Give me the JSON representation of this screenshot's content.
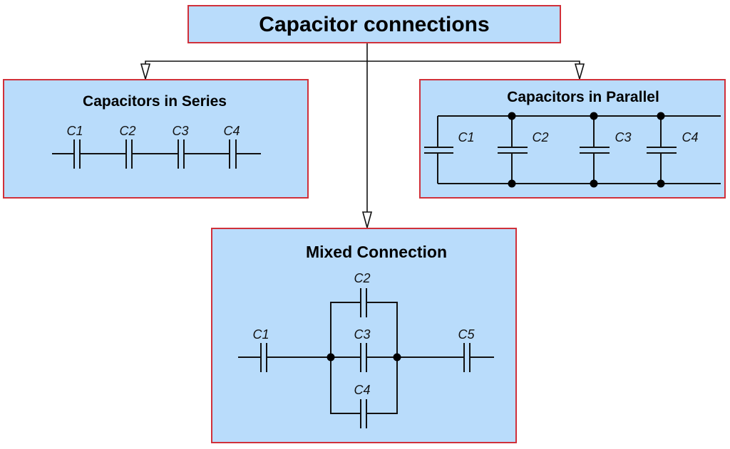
{
  "diagram": {
    "root": {
      "title": "Capacitor connections"
    },
    "series": {
      "title": "Capacitors in Series",
      "labels": [
        "C1",
        "C2",
        "C3",
        "C4"
      ]
    },
    "parallel": {
      "title": "Capacitors in Parallel",
      "labels": [
        "C1",
        "C2",
        "C3",
        "C4"
      ]
    },
    "mixed": {
      "title": "Mixed Connection",
      "labels": {
        "c1": "C1",
        "c2": "C2",
        "c3": "C3",
        "c4": "C4",
        "c5": "C5"
      }
    },
    "edges": [
      {
        "from": "Capacitor connections",
        "to": "Capacitors in Series"
      },
      {
        "from": "Capacitor connections",
        "to": "Capacitors in Parallel"
      },
      {
        "from": "Capacitor connections",
        "to": "Mixed Connection"
      }
    ],
    "colors": {
      "box_fill": "#b9dcfb",
      "box_border": "#d0303a",
      "line": "#111111"
    }
  }
}
